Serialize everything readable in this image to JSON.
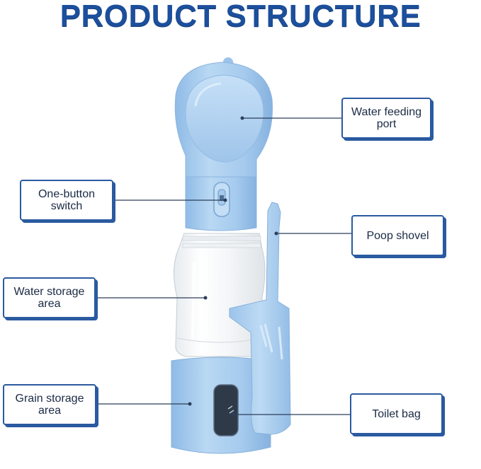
{
  "title": "PRODUCT STRUCTURE",
  "labels": {
    "water_feeding_port": "Water feeding\nport",
    "one_button_switch": "One-button\nswitch",
    "poop_shovel": "Poop shovel",
    "water_storage_area": "Water storage\narea",
    "grain_storage_area": "Grain storage\narea",
    "toilet_bag": "Toilet bag"
  },
  "colors": {
    "title": "#1c4f9c",
    "box_border": "#2a5aa0",
    "product_blue": "#a9cdee",
    "leader_line": "#2c3e5a"
  }
}
